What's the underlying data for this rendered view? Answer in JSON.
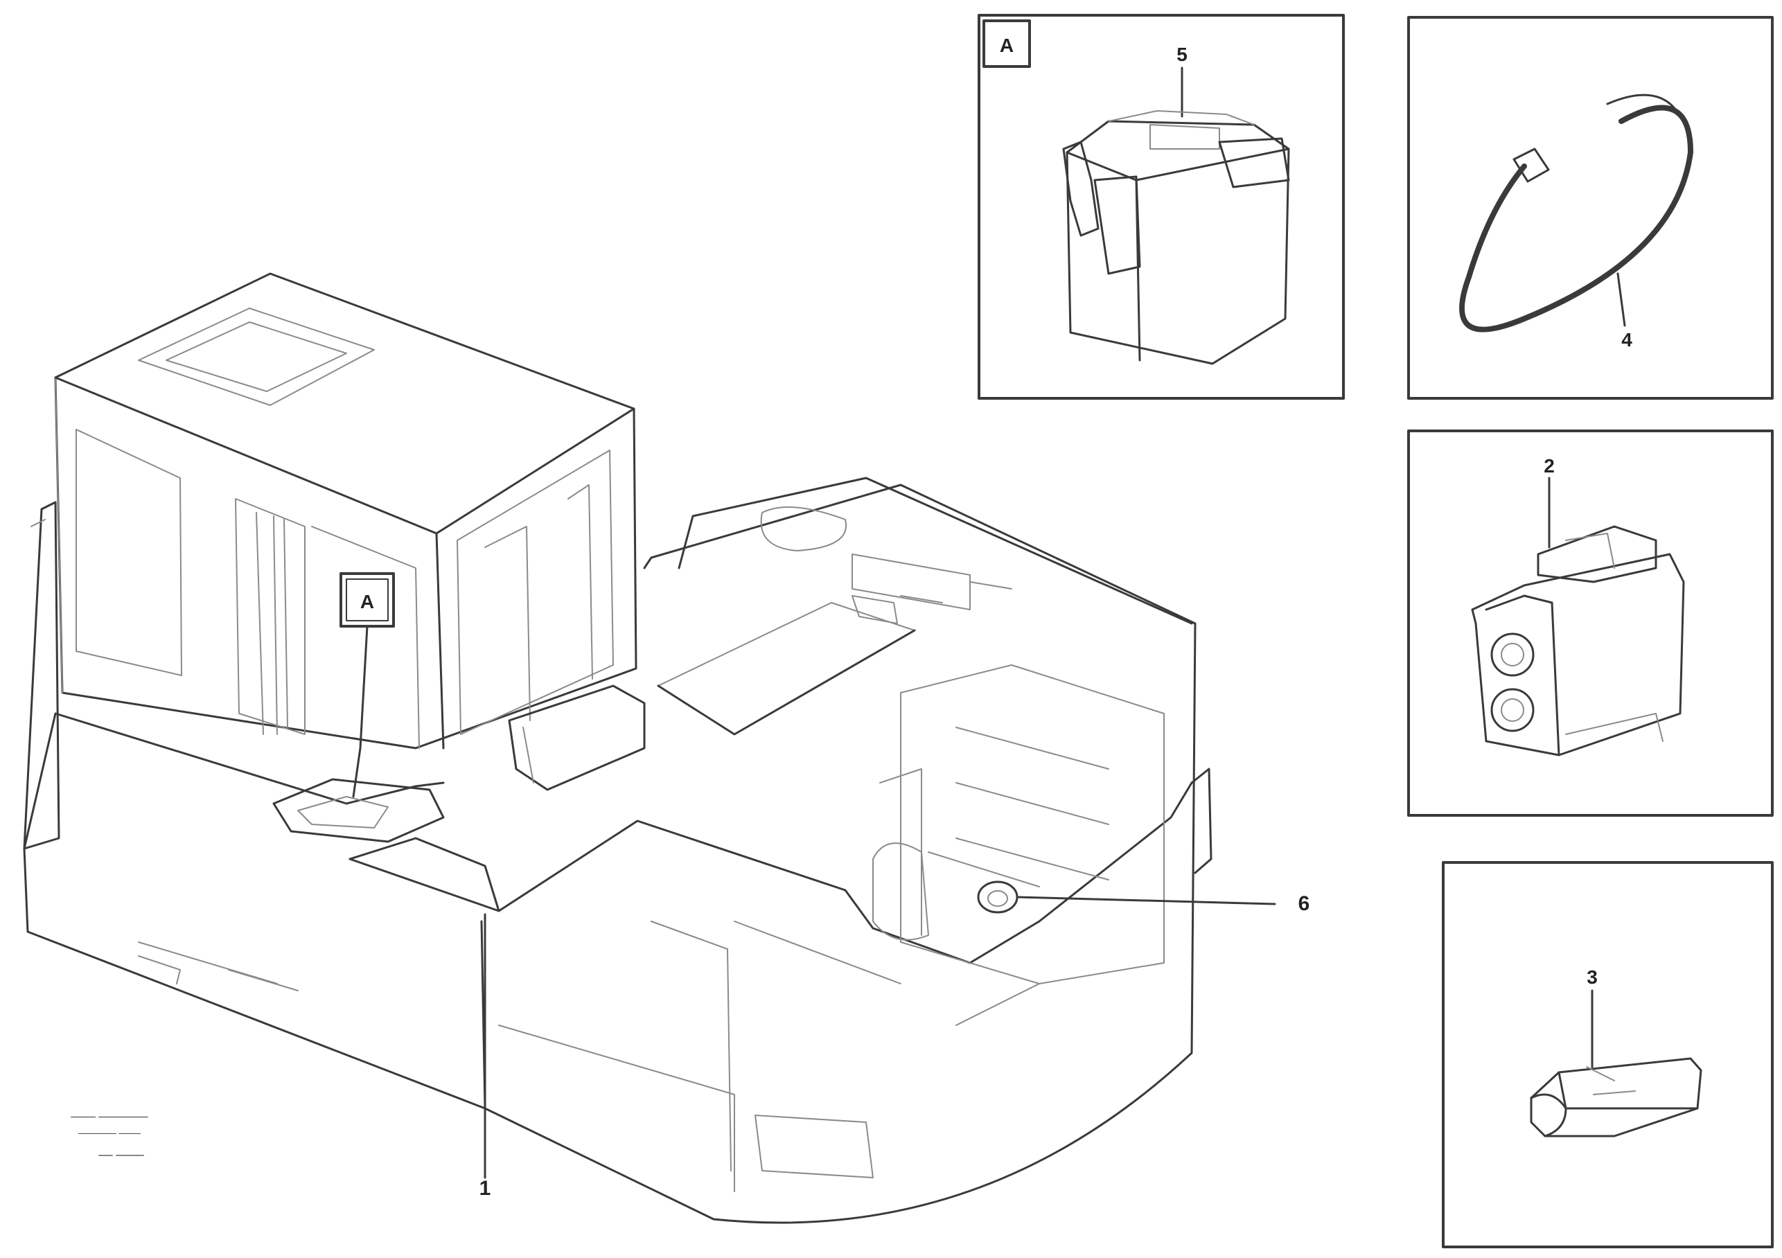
{
  "callouts": {
    "item_1": "1",
    "item_2": "2",
    "item_3": "3",
    "item_4": "4",
    "item_5": "5",
    "item_6": "6"
  },
  "detail_markers": {
    "detail_a_on_machine": "A",
    "detail_a_panel": "A"
  },
  "image_ref": {
    "line_1": "____ ________",
    "line_2": "_______ ____",
    "line_3": "__ ____"
  },
  "colors": {
    "line": "#3a3a3a",
    "light_line": "#8a8a8a",
    "background": "#ffffff"
  }
}
